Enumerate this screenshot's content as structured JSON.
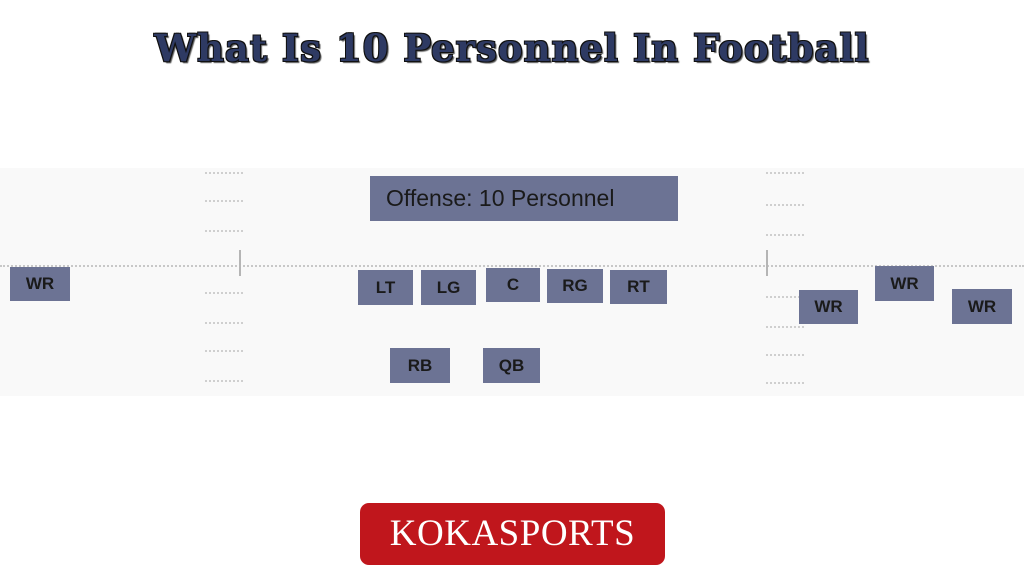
{
  "header": {
    "title": "What Is 10 Personnel In Football"
  },
  "diagram": {
    "offense_label": "Offense:  10 Personnel",
    "players": {
      "wr_left": "WR",
      "lt": "LT",
      "lg": "LG",
      "c": "C",
      "rg": "RG",
      "rt": "RT",
      "rb": "RB",
      "qb": "QB",
      "wr_slot": "WR",
      "wr_right_top": "WR",
      "wr_right": "WR"
    }
  },
  "footer": {
    "logo_text": "KOKASPORTS"
  },
  "colors": {
    "player_box": "#6c7394",
    "title_text": "#2e3a63",
    "logo_background": "#c0161c"
  }
}
